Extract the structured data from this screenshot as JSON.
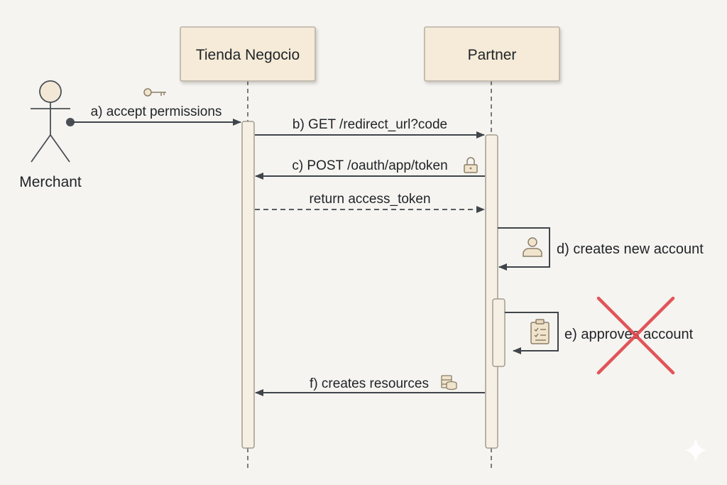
{
  "participants": {
    "tienda": "Tienda Negocio",
    "partner": "Partner"
  },
  "actor": {
    "name": "Merchant"
  },
  "messages": {
    "a": "a) accept permissions",
    "b": "b) GET /redirect_url?code",
    "c": "c) POST /oauth/app/token",
    "ret": "return access_token",
    "d": "d) creates new account",
    "e": "e) approves account",
    "f": "f) creates resources"
  },
  "icons": {
    "a": "key-icon",
    "c": "lock-icon",
    "d": "user-icon",
    "e": "clipboard-checklist-icon",
    "f": "database-icon",
    "e_mark": "red-x-icon",
    "corner": "sparkle-icon"
  },
  "colors": {
    "background": "#f6f4f0",
    "box_fill": "#f6ebd8",
    "box_stroke": "#b9b2a6",
    "arrow": "#3f454b",
    "cross": "#e0474c"
  }
}
